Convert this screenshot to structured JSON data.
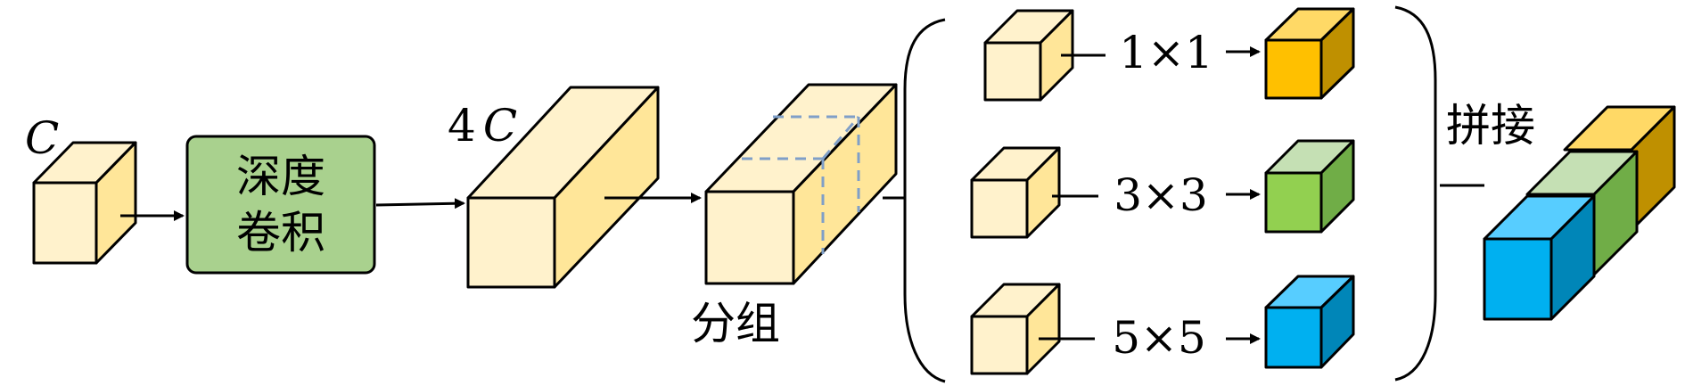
{
  "labels": {
    "input_channels": "C",
    "depthwise_conv": [
      "深度",
      "卷积"
    ],
    "expanded_channels": "4C",
    "expanded_coef": "4",
    "expanded_var": "C",
    "group": "分组",
    "concat": "拼接"
  },
  "branches": [
    {
      "kernel": "1×1",
      "color": "#FFC000"
    },
    {
      "kernel": "3×3",
      "color": "#92D050"
    },
    {
      "kernel": "5×5",
      "color": "#00B0F0"
    }
  ],
  "colors": {
    "cube_face": "#FFF2CC",
    "cube_side": "#FFE699",
    "conv_box": "#A9D18E",
    "conv_box_text": "#000000",
    "dashed_split": "#7F9FC8",
    "stroke": "#000000"
  }
}
